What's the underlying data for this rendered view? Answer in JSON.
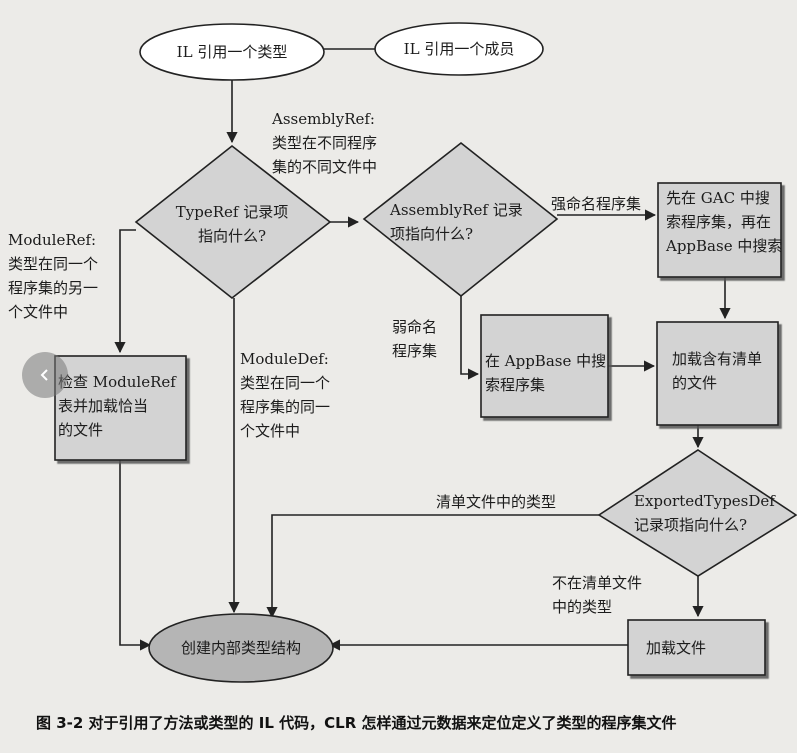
{
  "nodes": {
    "il_type": "IL 引用一个类型",
    "il_member": "IL 引用一个成员",
    "typeref_q": "TypeRef 记录项\n指向什么?",
    "asmref_q": "AssemblyRef 记录\n项指向什么?",
    "gac_search": "先在 GAC 中搜\n索程序集，再在\nAppBase 中搜索",
    "appbase_search": "在 AppBase 中搜\n索程序集",
    "load_manifest": "加载含有清单\n的文件",
    "check_moduleref": "检查 ModuleRef\n表并加载恰当\n的文件",
    "exported_q": "ExportedTypesDef\n记录项指向什么?",
    "load_file": "加载文件",
    "create_struct": "创建内部类型结构"
  },
  "edge_labels": {
    "assemblyref": "AssemblyRef:\n类型在不同程序\n集的不同文件中",
    "moduleref": "ModuleRef:\n类型在同一个\n程序集的另一\n个文件中",
    "moduledef": "ModuleDef:\n类型在同一个\n程序集的同一\n个文件中",
    "strong_name": "强命名程序集",
    "weak_name": "弱命名\n程序集",
    "in_manifest": "清单文件中的类型",
    "not_in_manifest": "不在清单文件\n中的类型"
  },
  "caption": "图 3-2   对于引用了方法或类型的 IL 代码，CLR 怎样通过元数据来定位定义了类型的程序集文件",
  "colors": {
    "box_fill": "#d3d3d3",
    "ellipse_fill": "#ffffff",
    "final_fill": "#b5b5b5",
    "line": "#222222"
  },
  "icons": {
    "nav": "chevron-left-icon"
  }
}
